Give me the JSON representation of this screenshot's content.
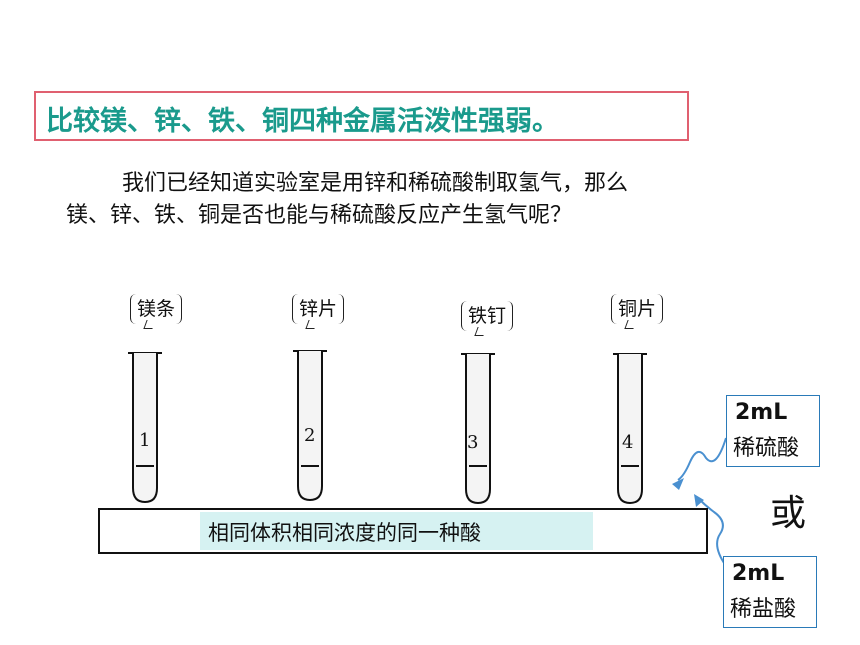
{
  "title": "比较镁、锌、铁、铜四种金属活泼性强弱。",
  "intro": {
    "line1": "我们已经知道实验室是用锌和稀硫酸制取氢气，那么",
    "line2": "镁、锌、铁、铜是否也能与稀硫酸反应产生氢气呢？"
  },
  "tubes": [
    {
      "label": "镁条",
      "number": "1"
    },
    {
      "label": "锌片",
      "number": "2"
    },
    {
      "label": "铁钉",
      "number": "3"
    },
    {
      "label": "铜片",
      "number": "4"
    }
  ],
  "shelf_label": "相同体积相同浓度的同一种酸",
  "acids": [
    {
      "amount": "2mL",
      "name": "稀硫酸"
    },
    {
      "amount": "2mL",
      "name": "稀盐酸"
    }
  ],
  "or_text": "或",
  "colors": {
    "title": "#1a9a8c",
    "title_border": "#e06070",
    "shelf_label_bg": "#d6f2f2",
    "acid_border": "#2a7ab8"
  }
}
